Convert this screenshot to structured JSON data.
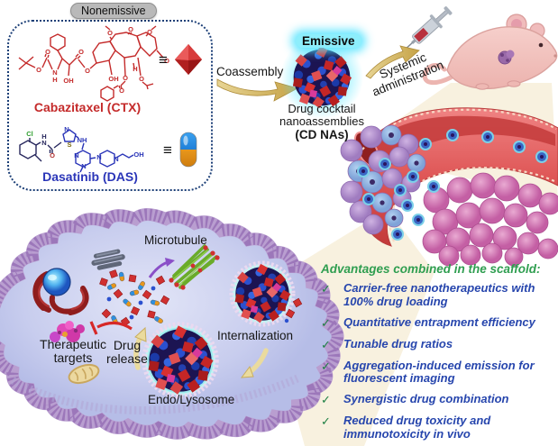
{
  "legend": {
    "badge": "Nonemissive",
    "ctx_label": "Cabazitaxel (CTX)",
    "das_label": "Dasatinib (DAS)",
    "equiv": "≡",
    "ctx_icon": "red-diamond-icon",
    "das_icon": "blue-orange-capsule-icon"
  },
  "structures": {
    "ctx": {
      "atoms": [
        "O",
        "O",
        "N",
        "H",
        "OH",
        "O",
        "O",
        "O",
        "O",
        "O",
        "O",
        "OH",
        "O",
        "H",
        "O",
        "O"
      ]
    },
    "das": {
      "atoms": [
        "Cl",
        "H",
        "N",
        "O",
        "N",
        "S",
        "NH",
        "N",
        "N",
        "N",
        "N",
        "OH"
      ]
    }
  },
  "assembly": {
    "coassembly": "Coassembly",
    "emissive": "Emissive",
    "product_line1": "Drug cocktail",
    "product_line2": "nanoassemblies",
    "product_line3": "(CD NAs)",
    "administration": "Systemic administration"
  },
  "cell": {
    "microtubule": "Microtubule",
    "targets": "Therapeutic targets",
    "release": "Drug release",
    "endolysosome": "Endo/Lysosome",
    "internalization": "Internalization"
  },
  "advantages": {
    "title": "Advantages combined in the scaffold:",
    "check": "✓",
    "items": [
      "Carrier-free nanotherapeutics with 100% drug loading",
      "Quantitative entrapment efficiency",
      "Tunable drug ratios",
      "Aggregation-induced emission for fluorescent imaging",
      "Synergistic drug combination",
      "Reduced drug toxicity and immunotoxicity in vivo"
    ]
  },
  "colors": {
    "ctx_red": "#c42a2a",
    "das_blue": "#2a35b8",
    "advantages_green": "#2f9e50",
    "advantages_blue": "#2746ad",
    "emissive_glow": "#4fe3ff",
    "gold_arrow": "#d7b964",
    "cell_membrane": "#9c77ba",
    "vessel_red": "#d94a4a"
  }
}
